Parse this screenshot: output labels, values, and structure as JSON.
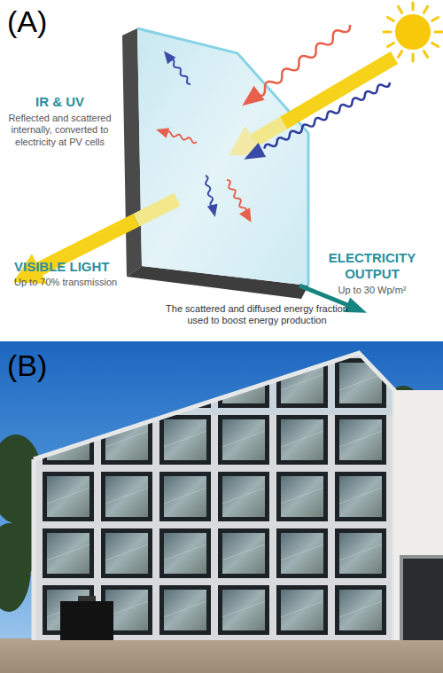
{
  "diagram": {
    "labels": [
      "(A)",
      "IR & UV",
      "Reflected and scattered internally, converted to electricity at PV cells",
      "VISIBLE LIGHT",
      "Up to 70% transmission",
      "ELECTRICITY OUTPUT",
      "Up to 30 Wp/m²",
      "The scattered and diffused energy fraction used to boost energy production",
      "(B)"
    ]
  }
}
